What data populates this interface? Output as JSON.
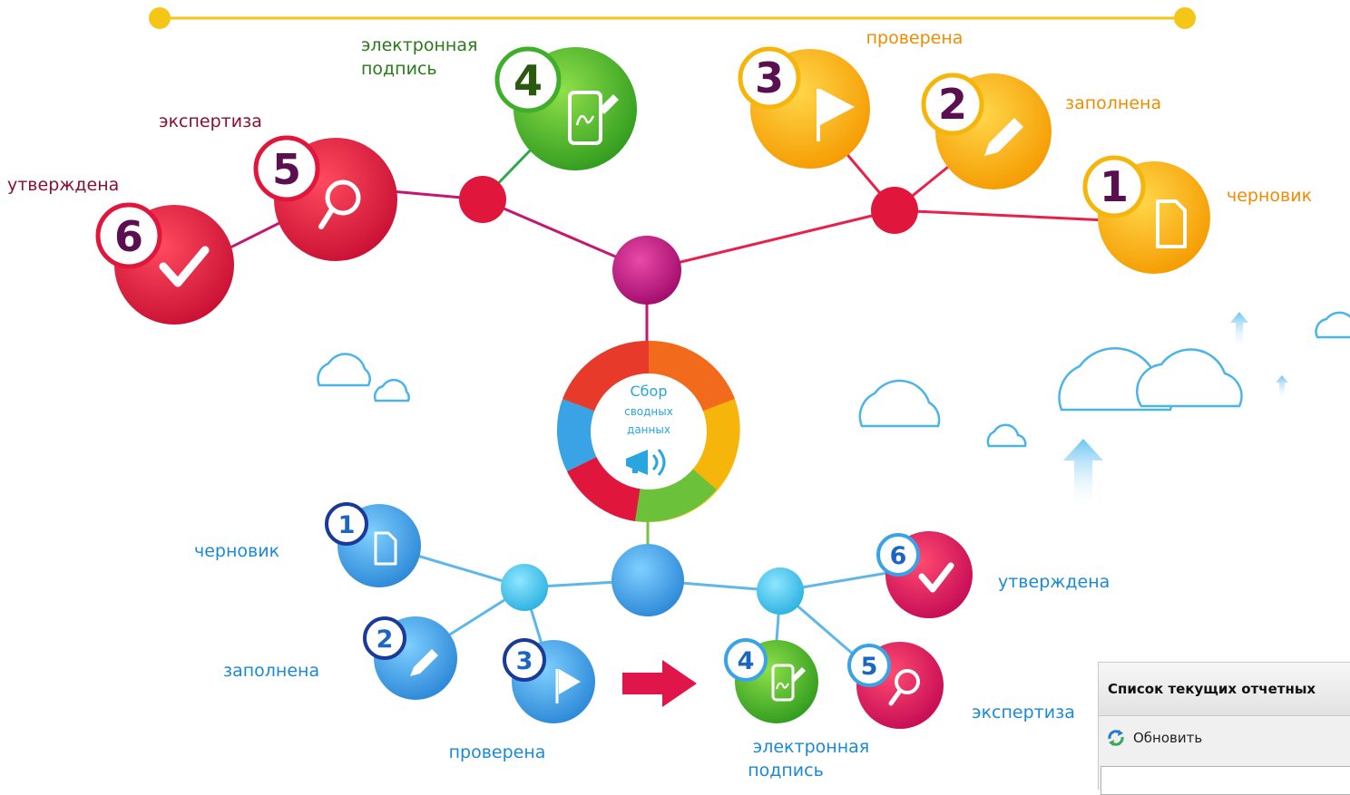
{
  "top_branch": {
    "items": [
      {
        "number": "1",
        "label": "черновик"
      },
      {
        "number": "2",
        "label": "заполнена"
      },
      {
        "number": "3",
        "label": "проверена"
      },
      {
        "number": "4",
        "label_line1": "электронная",
        "label_line2": "подпись"
      },
      {
        "number": "5",
        "label": "экспертиза"
      },
      {
        "number": "6",
        "label": "утверждена"
      }
    ]
  },
  "hub": {
    "line1": "Сбор",
    "line2": "сводных",
    "line3": "данных",
    "icon": "megaphone-icon"
  },
  "bottom_branch": {
    "items": [
      {
        "number": "1",
        "label": "черновик"
      },
      {
        "number": "2",
        "label": "заполнена"
      },
      {
        "number": "3",
        "label": "проверена"
      },
      {
        "number": "4",
        "label_line1": "электронная",
        "label_line2": "подпись"
      },
      {
        "number": "5",
        "label": "экспертиза"
      },
      {
        "number": "6",
        "label": "утверждена"
      }
    ]
  },
  "panel": {
    "title": "Список текущих отчетных",
    "refresh_label": "Обновить",
    "refresh_icon": "refresh-icon"
  },
  "colors": {
    "yellow": "#f5b50a",
    "green": "#3fae2a",
    "red": "#e0163c",
    "magenta": "#b0127a",
    "blue": "#3aa3e6",
    "label_dark_red": "#8a1030",
    "label_green": "#2a7a1a",
    "label_orange": "#f08c00",
    "label_blue": "#1a8ad8",
    "number_purple": "#5a1050",
    "number_blue": "#1a66c0"
  }
}
